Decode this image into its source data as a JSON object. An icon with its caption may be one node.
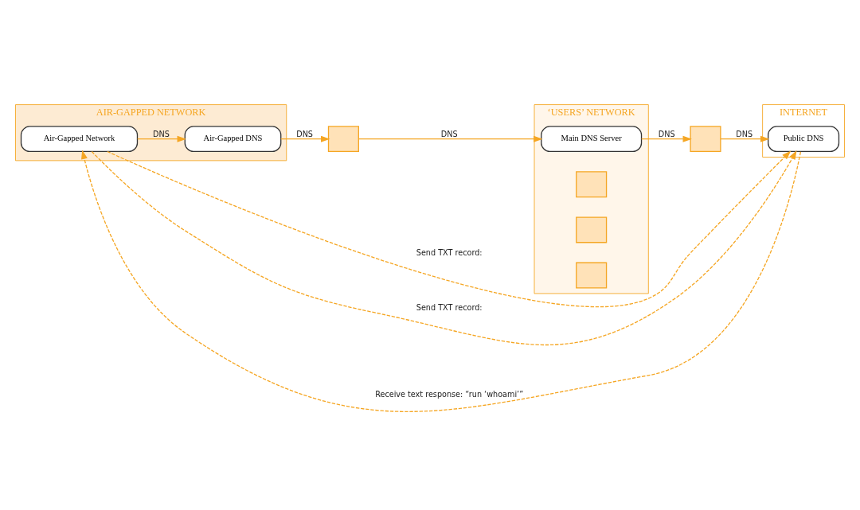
{
  "diagram": {
    "nodes": [
      {
        "text": [
          "AIR-GAPPED NETWORK"
        ]
      },
      {
        "text": [
          "Air-Gapped Network"
        ],
        "in": 0
      },
      {
        "text": [
          "Air-Gapped DNS"
        ],
        "in": 0
      },
      {
        "text": [],
        "shape": "box"
      },
      {
        "text": [
          "‘USERS’ NETWORK"
        ]
      },
      {
        "text": [
          "Main DNS Server"
        ],
        "in": 4
      },
      {
        "text": [],
        "shape": "box",
        "in": 4
      },
      {
        "text": [],
        "shape": "box",
        "in": 4
      },
      {
        "text": [],
        "shape": "box",
        "in": 4
      },
      {
        "text": [],
        "shape": "box"
      },
      {
        "text": [
          "INTERNET"
        ]
      },
      {
        "text": [
          "Public DNS"
        ],
        "in": 10
      }
    ],
    "edges": [
      {
        "from": 1,
        "to": 2,
        "arrow": "to",
        "label": "DNS"
      },
      {
        "from": 2,
        "to": 3,
        "arrow": "to",
        "label": "DNS"
      },
      {
        "from": 3,
        "to": 5,
        "arrow": "to",
        "label": "DNS"
      },
      {
        "from": 5,
        "to": 9,
        "arrow": "to",
        "label": "DNS"
      },
      {
        "from": 9,
        "to": 11,
        "arrow": "to",
        "label": "DNS"
      },
      {
        "from": 1,
        "to": 11,
        "arrow": "to",
        "label": "Send TXT record:",
        "style": "dashed"
      },
      {
        "from": 11,
        "to": 1,
        "arrow": "to",
        "label": "Receive text response: “run ‘whoami’”",
        "style": "dashed"
      },
      {
        "from": 1,
        "to": 11,
        "arrow": "to",
        "label": "Send TXT record:",
        "style": "dashed"
      }
    ]
  }
}
